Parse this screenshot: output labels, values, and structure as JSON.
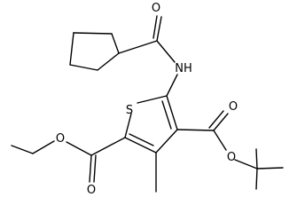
{
  "molecule": {
    "atoms": {
      "carbonyl_o_amide": "O",
      "amide_n": "NH",
      "thiophene_s": "S",
      "ester_o_right_carbonyl": "O",
      "ester_o_right_ether": "O",
      "ester_o_left_carbonyl": "O",
      "ester_o_left_ether": "O"
    }
  },
  "colors": {
    "bond": "#000000",
    "label": "#000000",
    "background": "#ffffff"
  }
}
